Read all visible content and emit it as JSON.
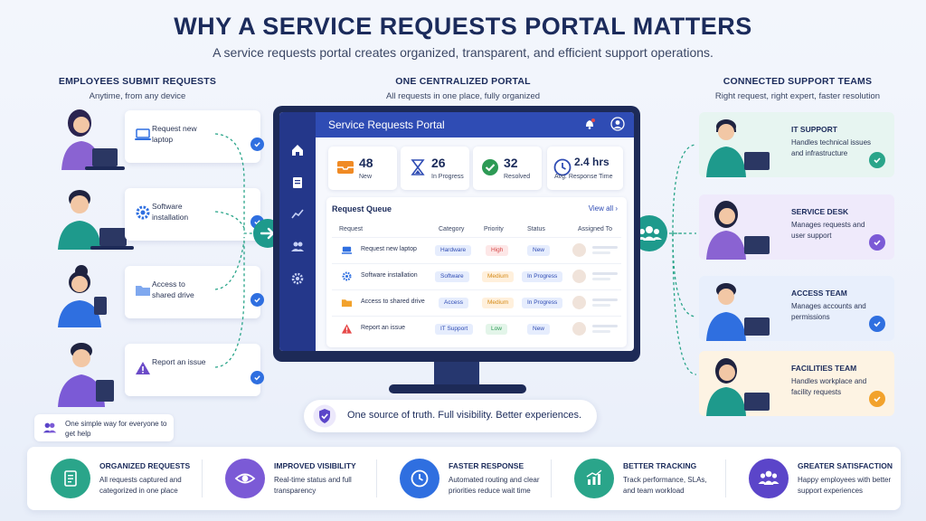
{
  "header": {
    "title": "WHY A SERVICE REQUESTS PORTAL MATTERS",
    "subtitle": "A service requests portal creates organized, transparent, and efficient support operations."
  },
  "left_column": {
    "heading": "EMPLOYEES SUBMIT REQUESTS",
    "subheading": "Anytime, from any device",
    "requests": [
      {
        "label": "Request new laptop",
        "icon": "laptop-icon"
      },
      {
        "label": "Software installation",
        "icon": "gear-icon"
      },
      {
        "label": "Access to shared drive",
        "icon": "folder-icon"
      },
      {
        "label": "Report an issue",
        "icon": "warning-icon"
      }
    ],
    "note": "One simple way for everyone to get help"
  },
  "center_column": {
    "heading": "ONE CENTRALIZED PORTAL",
    "subheading": "All requests in one place, fully organized"
  },
  "portal": {
    "title": "Service Requests Portal",
    "stats": [
      {
        "value": "48",
        "label": "New",
        "icon": "inbox-icon",
        "color": "#f08a24"
      },
      {
        "value": "26",
        "label": "In Progress",
        "icon": "hourglass-icon",
        "color": "#2f4cb4"
      },
      {
        "value": "32",
        "label": "Resolved",
        "icon": "check-circle-icon",
        "color": "#2d9a55"
      },
      {
        "value": "2.4 hrs",
        "label": "Avg. Response Time",
        "icon": "clock-icon",
        "color": "#2f4cb4"
      }
    ],
    "queue": {
      "title": "Request Queue",
      "view_all": "View all",
      "columns": [
        "Request",
        "Category",
        "Priority",
        "Status",
        "Assigned To"
      ],
      "rows": [
        {
          "request": "Request new laptop",
          "category": "Hardware",
          "priority": "High",
          "status": "New"
        },
        {
          "request": "Software installation",
          "category": "Software",
          "priority": "Medium",
          "status": "In Progress"
        },
        {
          "request": "Access to shared drive",
          "category": "Access",
          "priority": "Medium",
          "status": "In Progress"
        },
        {
          "request": "Report an issue",
          "category": "IT Support",
          "priority": "Low",
          "status": "New"
        }
      ]
    }
  },
  "truth_banner": "One source of truth. Full visibility. Better experiences.",
  "right_column": {
    "heading": "CONNECTED SUPPORT TEAMS",
    "subheading": "Right request, right expert, faster resolution",
    "teams": [
      {
        "name": "IT SUPPORT",
        "desc": "Handles technical issues and infrastructure",
        "bg": "#e7f5f1",
        "check": "#2aa58a"
      },
      {
        "name": "SERVICE DESK",
        "desc": "Manages requests and user support",
        "bg": "#efeafb",
        "check": "#7b5ad6"
      },
      {
        "name": "ACCESS TEAM",
        "desc": "Manages accounts and permissions",
        "bg": "#e8effc",
        "check": "#2f6fe0"
      },
      {
        "name": "FACILITIES TEAM",
        "desc": "Handles workplace and facility requests",
        "bg": "#fdf3e3",
        "check": "#f2a22c"
      }
    ]
  },
  "benefits": [
    {
      "title": "ORGANIZED REQUESTS",
      "desc": "All requests captured and categorized in one place",
      "color": "#2aa58a",
      "icon": "document-icon"
    },
    {
      "title": "IMPROVED VISIBILITY",
      "desc": "Real-time status and full transparency",
      "color": "#7b5ad6",
      "icon": "eye-icon"
    },
    {
      "title": "FASTER RESPONSE",
      "desc": "Automated routing and clear priorities reduce wait time",
      "color": "#2f6fe0",
      "icon": "clock-icon"
    },
    {
      "title": "BETTER TRACKING",
      "desc": "Track performance, SLAs, and team workload",
      "color": "#2aa58a",
      "icon": "chart-icon"
    },
    {
      "title": "GREATER SATISFACTION",
      "desc": "Happy employees with better support experiences",
      "color": "#5b45c9",
      "icon": "users-icon"
    }
  ]
}
